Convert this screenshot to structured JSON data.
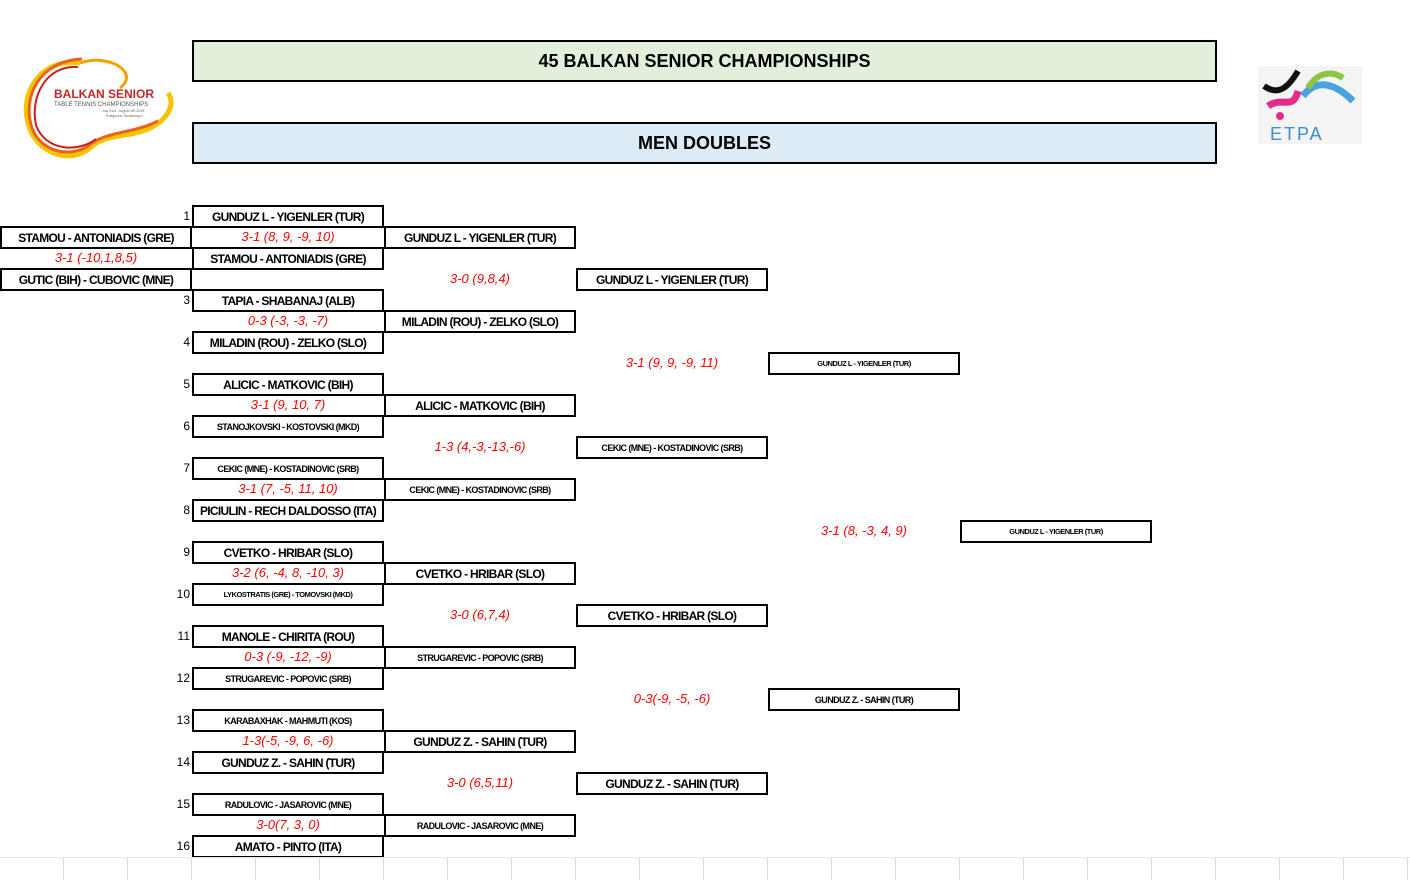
{
  "header": {
    "title": "45 BALKAN SENIOR CHAMPIONSHIPS",
    "subtitle": "MEN DOUBLES"
  },
  "logos": {
    "left": "BALKAN SENIOR TABLE TENNIS CHAMPIONSHIPS July 31st - August 4th 2019, Podgorica, Montenegro",
    "right": "ETPA"
  },
  "prelim": {
    "players": [
      "STAMOU - ANTONIADIS (GRE)",
      "GUTIC (BIH) - CUBOVIC (MNE)"
    ],
    "score": "3-1 (-10,1,8,5)"
  },
  "round1": {
    "entries": [
      {
        "seed": "1",
        "name": "GUNDUZ L - YIGENLER (TUR)",
        "size": "n"
      },
      {
        "seed": "",
        "name": "STAMOU - ANTONIADIS (GRE)",
        "size": "n"
      },
      {
        "seed": "3",
        "name": "TAPIA - SHABANAJ (ALB)",
        "size": "n"
      },
      {
        "seed": "4",
        "name": "MILADIN (ROU) - ZELKO (SLO)",
        "size": "n"
      },
      {
        "seed": "5",
        "name": "ALICIC - MATKOVIC (BIH)",
        "size": "n"
      },
      {
        "seed": "6",
        "name": "STANOJKOVSKI - KOSTOVSKI (MKD)",
        "size": "sm"
      },
      {
        "seed": "7",
        "name": "CEKIC (MNE) - KOSTADINOVIC (SRB)",
        "size": "sm"
      },
      {
        "seed": "8",
        "name": "PICIULIN - RECH DALDOSSO (ITA)",
        "size": "n"
      },
      {
        "seed": "9",
        "name": "CVETKO - HRIBAR (SLO)",
        "size": "n"
      },
      {
        "seed": "10",
        "name": "LYKOSTRATIS (GRE) - TOMOVSKI (MKD)",
        "size": "xs"
      },
      {
        "seed": "11",
        "name": "MANOLE - CHIRITA (ROU)",
        "size": "n"
      },
      {
        "seed": "12",
        "name": "STRUGAREVIC - POPOVIC (SRB)",
        "size": "sm"
      },
      {
        "seed": "13",
        "name": "KARABAXHAK - MAHMUTI (KOS)",
        "size": "sm"
      },
      {
        "seed": "14",
        "name": "GUNDUZ Z. - SAHIN (TUR)",
        "size": "n"
      },
      {
        "seed": "15",
        "name": "RADULOVIC - JASAROVIC (MNE)",
        "size": "sm"
      },
      {
        "seed": "16",
        "name": "AMATO - PINTO (ITA)",
        "size": "n"
      }
    ],
    "scores": [
      "3-1 (8, 9, -9, 10)",
      "0-3 (-3, -3, -7)",
      "3-1 (9, 10, 7)",
      "3-1 (7, -5, 11, 10)",
      "3-2 (6, -4, 8, -10, 3)",
      "0-3 (-9, -12, -9)",
      "1-3(-5, -9, 6, -6)",
      "3-0(7, 3, 0)"
    ]
  },
  "round2": {
    "entries": [
      {
        "name": "GUNDUZ L - YIGENLER (TUR)",
        "size": "n"
      },
      {
        "name": "MILADIN (ROU) - ZELKO (SLO)",
        "size": "n"
      },
      {
        "name": "ALICIC - MATKOVIC (BIH)",
        "size": "n"
      },
      {
        "name": "CEKIC (MNE) - KOSTADINOVIC (SRB)",
        "size": "sm"
      },
      {
        "name": "CVETKO - HRIBAR (SLO)",
        "size": "n"
      },
      {
        "name": "STRUGAREVIC - POPOVIC (SRB)",
        "size": "sm"
      },
      {
        "name": "GUNDUZ Z. - SAHIN (TUR)",
        "size": "n"
      },
      {
        "name": "RADULOVIC - JASAROVIC (MNE)",
        "size": "sm"
      }
    ],
    "scores": [
      "3-0 (9,8,4)",
      "1-3 (4,-3,-13,-6)",
      "3-0 (6,7,4)",
      "3-0 (6,5,11)"
    ]
  },
  "round3": {
    "entries": [
      {
        "name": "GUNDUZ L - YIGENLER (TUR)",
        "size": "n"
      },
      {
        "name": "CEKIC (MNE) - KOSTADINOVIC (SRB)",
        "size": "sm"
      },
      {
        "name": "CVETKO - HRIBAR (SLO)",
        "size": "n"
      },
      {
        "name": "GUNDUZ Z. - SAHIN (TUR)",
        "size": "n"
      }
    ],
    "scores": [
      "3-1 (9, 9, -9, 11)",
      "0-3(-9, -5, -6)"
    ]
  },
  "semis": {
    "entries": [
      {
        "name": "GUNDUZ L - YIGENLER (TUR)",
        "size": "xs"
      },
      {
        "name": "GUNDUZ Z. - SAHIN (TUR)",
        "size": "sm"
      }
    ],
    "scores": [
      "3-1 (8, -3, 4, 9)"
    ]
  },
  "final": {
    "entries": [
      {
        "name": "GUNDUZ L - YIGENLER (TUR)",
        "size": "xs"
      }
    ]
  }
}
